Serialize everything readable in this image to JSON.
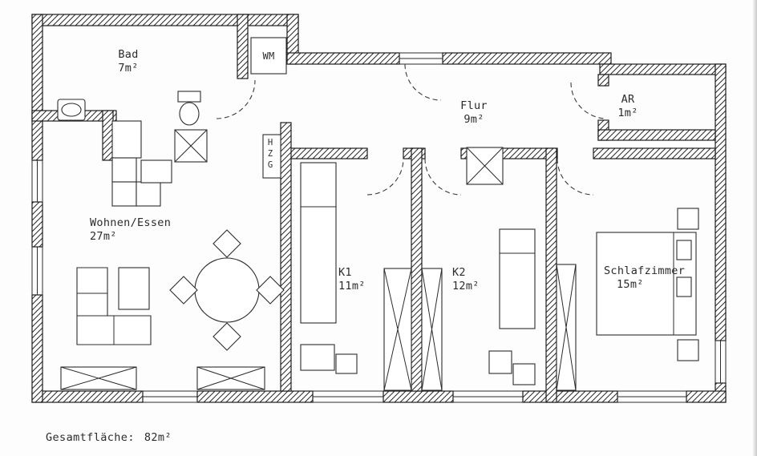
{
  "rooms": {
    "bad": {
      "name": "Bad",
      "area": "7m²"
    },
    "flur": {
      "name": "Flur",
      "area": "9m²"
    },
    "ar": {
      "name": "AR",
      "area": "1m²"
    },
    "wohnen": {
      "name": "Wohnen/Essen",
      "area": "27m²"
    },
    "k1": {
      "name": "K1",
      "area": "11m²"
    },
    "k2": {
      "name": "K2",
      "area": "12m²"
    },
    "schlafzimmer": {
      "name": "Schlafzimmer",
      "area": "15m²"
    }
  },
  "fixtures": {
    "washing_machine": "WM",
    "heating": "HZG"
  },
  "footer": {
    "label": "Gesamtfläche:",
    "value": "82m²"
  },
  "colors": {
    "ink": "#222222",
    "paper": "#fdfdfd"
  }
}
